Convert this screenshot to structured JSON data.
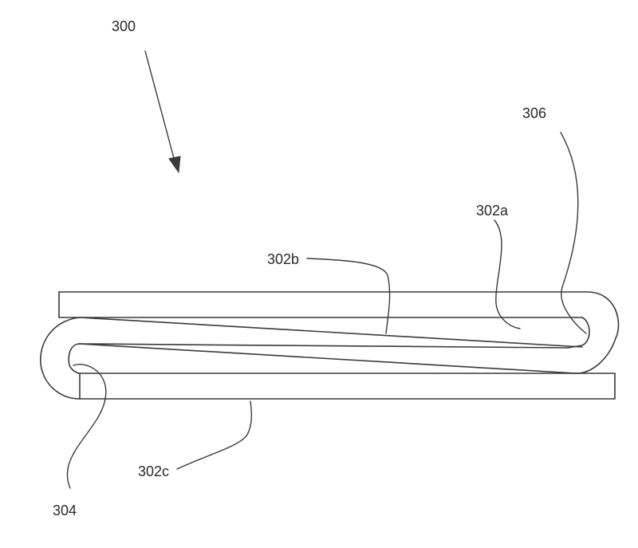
{
  "figure": {
    "labels": {
      "assembly": "300",
      "top_layer": "302a",
      "middle_layer": "302b",
      "bottom_layer": "302c",
      "left_fold": "304",
      "right_fold": "306"
    }
  }
}
